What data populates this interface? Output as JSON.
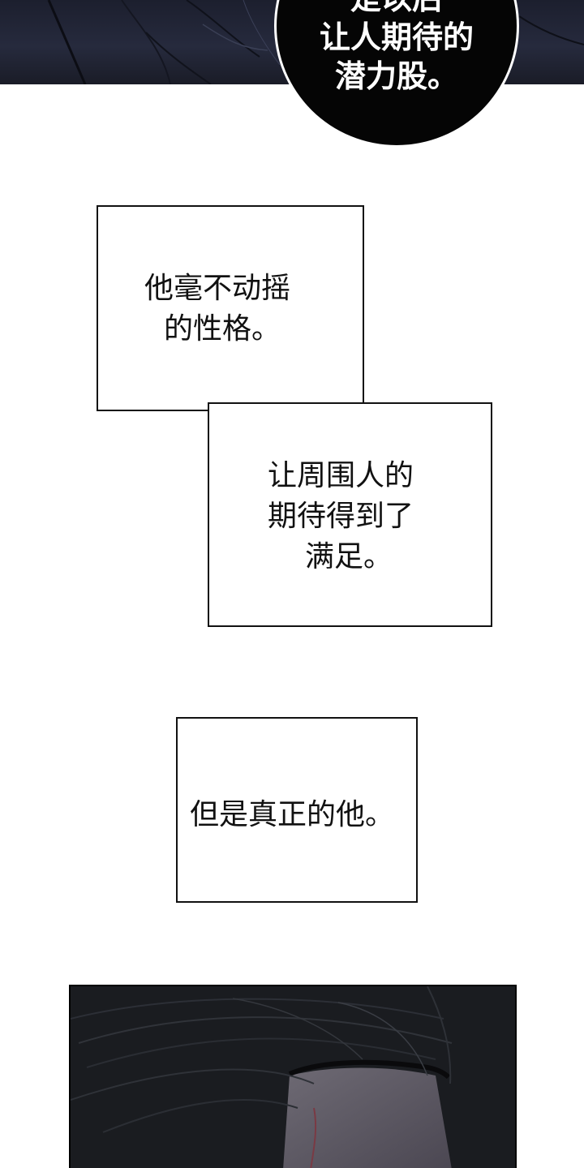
{
  "speech_bubble": {
    "lines": [
      "是以后",
      "让人期待的",
      "潜力股。"
    ]
  },
  "narration_boxes": [
    {
      "lines": [
        "他毫不动摇",
        "的性格。"
      ]
    },
    {
      "lines": [
        "让周围人的",
        "期待得到了",
        "满足。"
      ]
    },
    {
      "lines": [
        "但是真正的他。"
      ]
    }
  ],
  "colors": {
    "bubble": "#050505",
    "panel_dark": "#1c1f2e",
    "text": "#111111"
  }
}
